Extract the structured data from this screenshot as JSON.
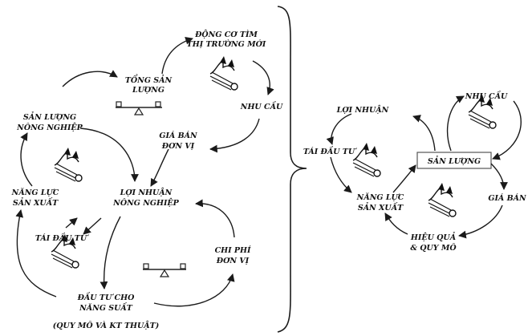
{
  "colors": {
    "ink": "#111111",
    "box_border": "#555555",
    "background": "#ffffff"
  },
  "left": {
    "dong_co_1": "ĐỘNG CƠ TÌM",
    "dong_co_2": "THỊ TRƯỜNG MỚI",
    "tong_san_1": "TỔNG SẢN",
    "tong_san_2": "LƯỢNG",
    "nhu_cau": "NHU CẦU",
    "gia_ban_1": "GIÁ BÁN",
    "gia_ban_2": "ĐƠN VỊ",
    "san_luong_1": "SẢN LƯỢNG",
    "san_luong_2": "NÔNG NGHIỆP",
    "nang_luc_1": "NĂNG LỰC",
    "nang_luc_2": "SẢN XUẤT",
    "loi_nhuan_1": "LỢI NHUẬN",
    "loi_nhuan_2": "NÔNG NGHIỆP",
    "tai_dau_tu": "TÁI ĐẦU TƯ",
    "chi_phi_1": "CHI PHÍ",
    "chi_phi_2": "ĐƠN VỊ",
    "dau_tu_1": "ĐẦU TƯ CHO",
    "dau_tu_2": "NĂNG SUẤT",
    "dau_tu_3": "(QUY MÔ VÀ KT THUẬT)"
  },
  "right": {
    "loi_nhuan": "LỢI NHUẬN",
    "nhu_cau": "NHU CẦU",
    "tai_dau_tu": "TÁI ĐẦU TƯ",
    "san_luong": "SẢN LƯỢNG",
    "nang_luc_1": "NĂNG LỰC",
    "nang_luc_2": "SẢN XUẤT",
    "gia_ban": "GIÁ BÁN",
    "hieu_qua_1": "HIỆU QUẢ",
    "hieu_qua_2": "& QUY MÔ"
  },
  "icons": [
    "snowball-icon",
    "balance-icon"
  ]
}
